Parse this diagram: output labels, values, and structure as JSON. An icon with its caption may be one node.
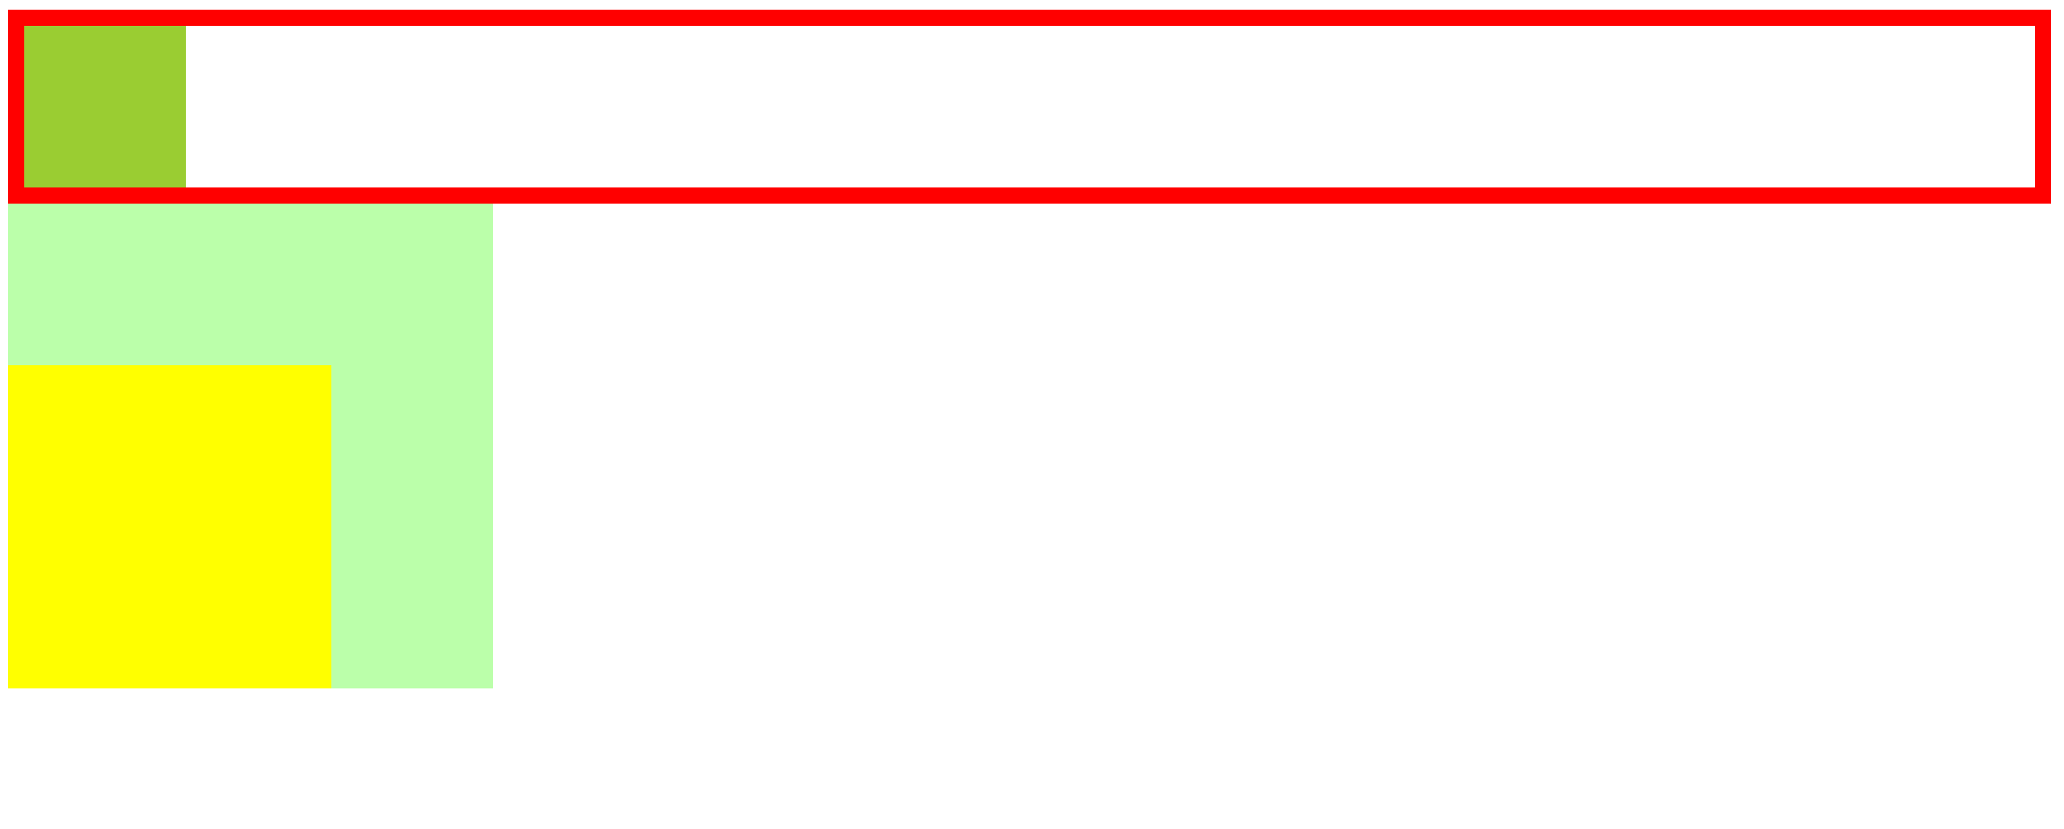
{
  "diagram": {
    "nodes": [
      {
        "text": [],
        "shape": "box"
      },
      {
        "text": [],
        "shape": "box",
        "in": 0
      },
      {
        "text": [],
        "shape": "box"
      },
      {
        "text": [],
        "shape": "box",
        "in": 2
      }
    ]
  }
}
